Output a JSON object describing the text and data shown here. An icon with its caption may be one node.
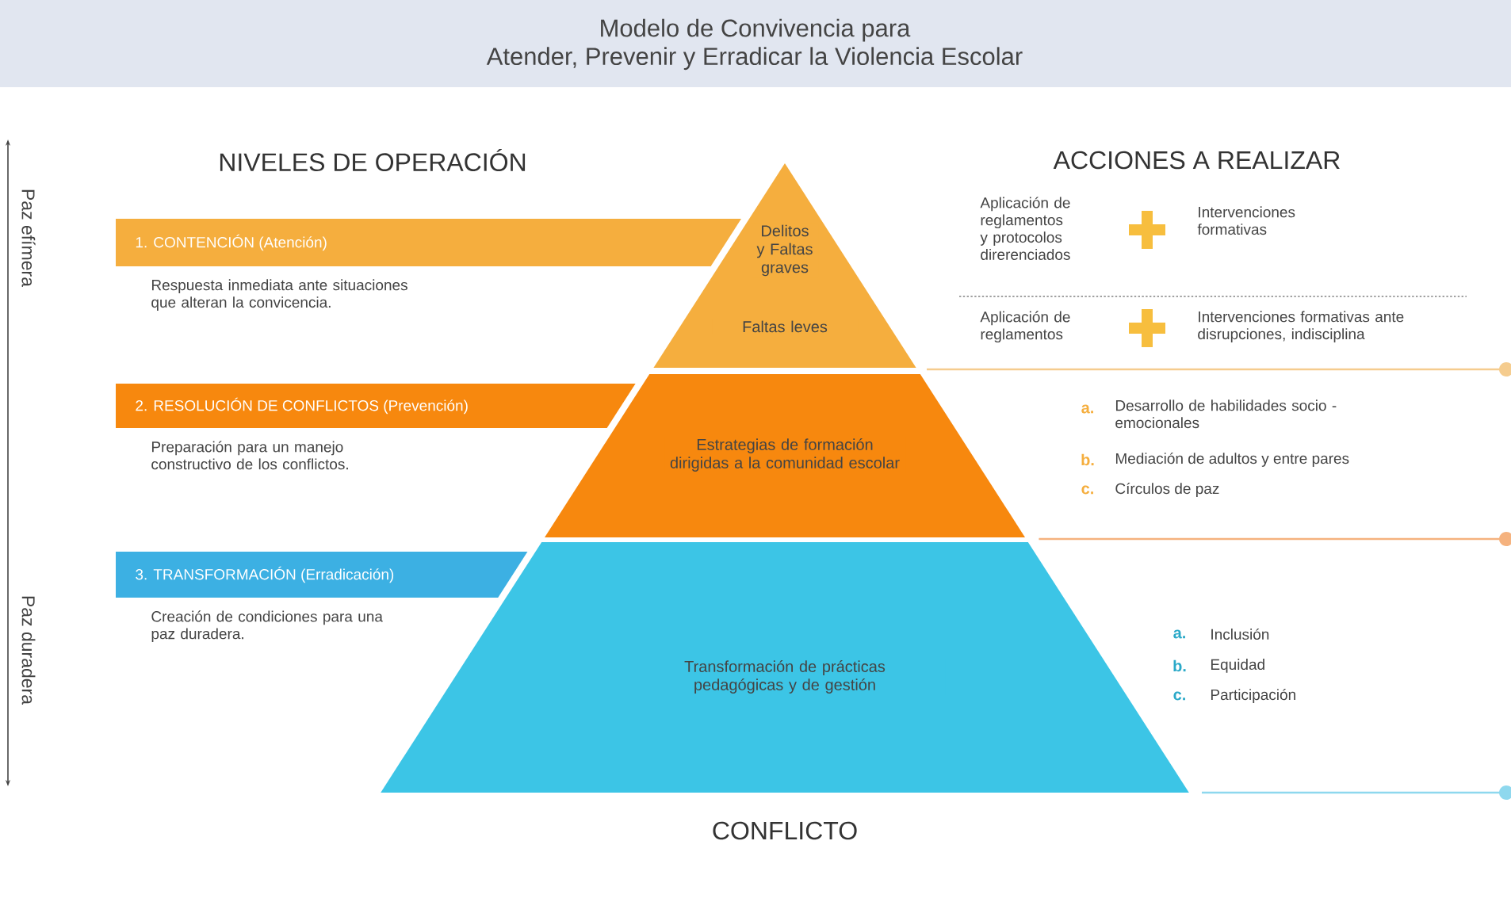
{
  "diagram": {
    "title": "Modelo de Convivencia para Atender, Prevenir y Erradicar la Violencia Escolar",
    "nodes": [
      {
        "text": [
          "Delitos y Faltas graves"
        ]
      },
      {
        "text": [
          "Faltas leves"
        ]
      },
      {
        "text": [
          "Estrategias de formación dirigidas a la comunidad escolar"
        ]
      },
      {
        "text": [
          "Transformación de prácticas pedagógicas y de gestión"
        ]
      },
      {
        "text": [
          "1. CONTENCIÓN (Atención)"
        ]
      },
      {
        "text": [
          "2. RESOLUCIÓN DE CONFLICTOS (Prevención)"
        ]
      },
      {
        "text": [
          "3. TRANSFORMACIÓN (Erradicación)"
        ]
      }
    ],
    "labels": [
      "NIVELES DE OPERACIÓN",
      "ACCIONES A REALIZAR",
      "Paz efímera",
      "Aplicación de reglamentos y protocolos direrenciados",
      "Intervenciones formativas",
      "Respuesta inmediata ante situaciones que alteran la convicencia.",
      "Aplicación de reglamentos",
      "Intervenciones formativas ante disrupciones, indisciplina",
      "a.",
      "Desarrollo de habilidades socio - emocionales",
      "Preparación para un manejo constructivo de los conflictos.",
      "b.",
      "Mediación de adultos y entre pares",
      "c.",
      "Círculos de paz",
      "Creación de condiciones para una paz duradera.",
      "Paz duradera",
      "a.",
      "Inclusión",
      "b.",
      "Equidad",
      "c.",
      "Participación",
      "CONFLICTO"
    ]
  }
}
